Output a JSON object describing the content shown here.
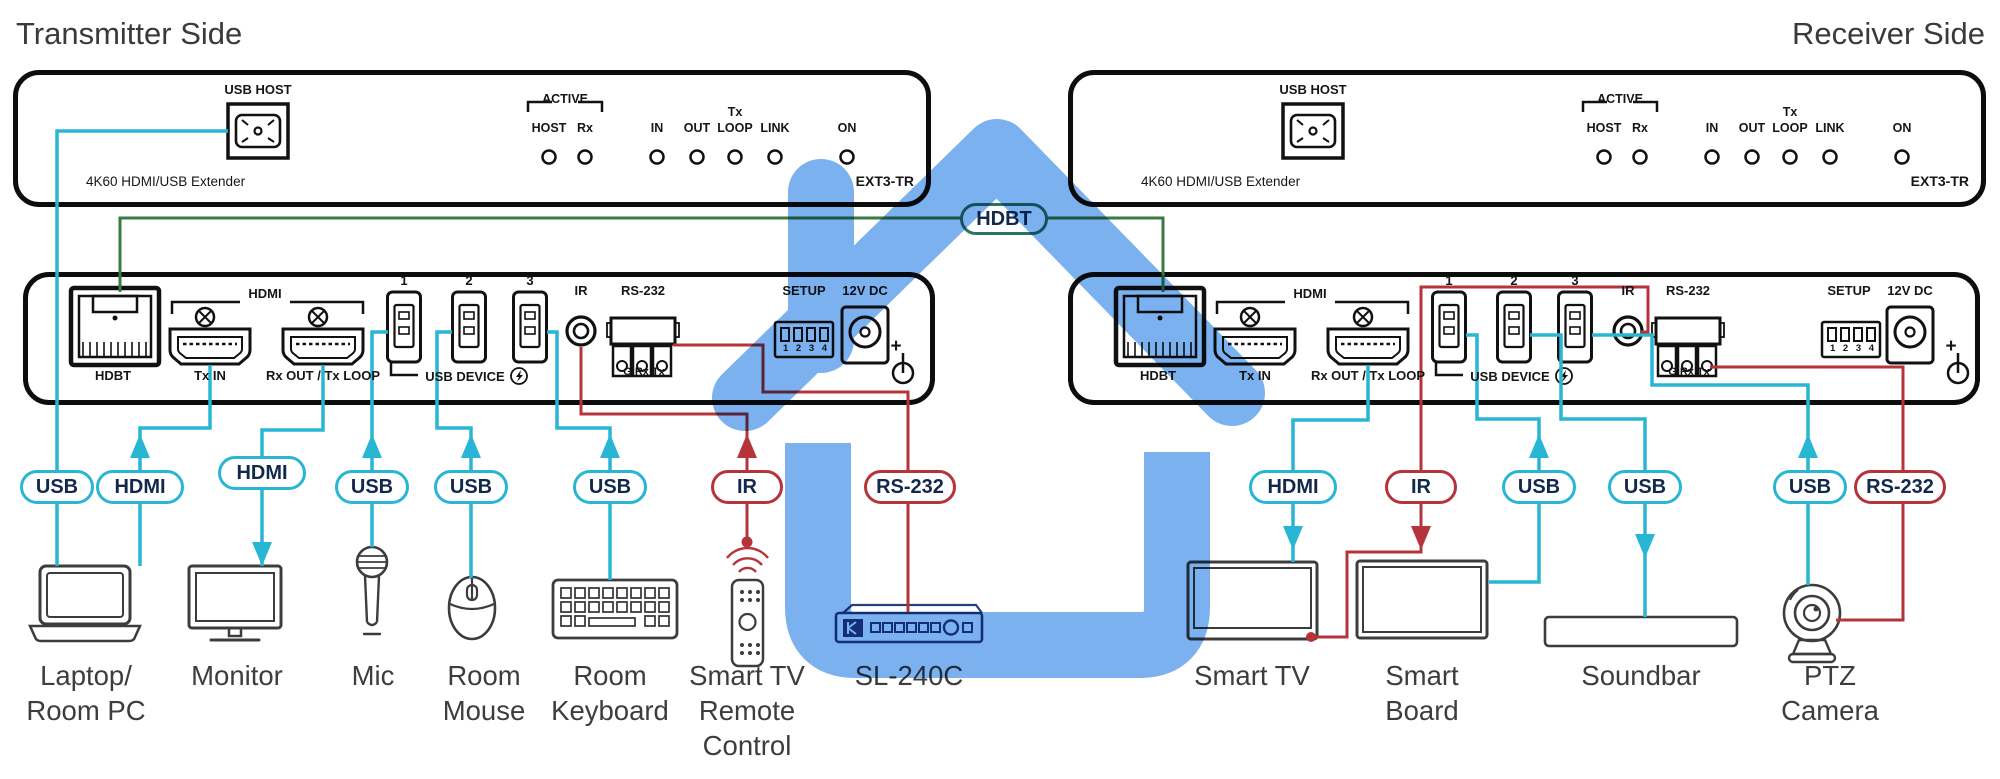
{
  "titles": {
    "transmitter": "Transmitter Side",
    "receiver": "Receiver Side"
  },
  "colors": {
    "usb_hdmi_accent": "#29b5d4",
    "ir_rs232_accent": "#b5343a",
    "hdbt_line_green": "#3a7a44",
    "hdbt_oval_border": "#2a7561",
    "house_overlay_blue": "#7cb1f0",
    "panel_border": "#0d0d0d",
    "device_label_text": "#3d3d3d",
    "oval_text": "#13294b",
    "sl240c_navy": "#24427c"
  },
  "link_oval": {
    "label": "HDBT"
  },
  "tx_front": {
    "usb_host": "USB HOST",
    "active": "ACTIVE",
    "leds": {
      "host": "HOST",
      "rx": "Rx",
      "in": "IN",
      "out": "OUT",
      "tx": "Tx",
      "loop": "LOOP",
      "link": "LINK",
      "on": "ON"
    },
    "product": "4K60 HDMI/USB Extender",
    "model": "EXT3-TR"
  },
  "rx_front": {
    "usb_host": "USB HOST",
    "active": "ACTIVE",
    "leds": {
      "host": "HOST",
      "rx": "Rx",
      "in": "IN",
      "out": "OUT",
      "tx": "Tx",
      "loop": "LOOP",
      "link": "LINK",
      "on": "ON"
    },
    "product": "4K60 HDMI/USB Extender",
    "model": "EXT3-TR"
  },
  "tx_rear": {
    "hdbt": "HDBT",
    "hdmi_group": "HDMI",
    "tx_in": "Tx IN",
    "rx_out": "Rx OUT / Tx LOOP",
    "usb_1": "1",
    "usb_2": "2",
    "usb_3": "3",
    "usb_device": "USB DEVICE",
    "ir": "IR",
    "rs232": "RS-232",
    "pins": "G Rx Tx",
    "setup": "SETUP",
    "dip_numbers": "1 2 3 4",
    "power": "12V DC",
    "power_plus": "+"
  },
  "rx_rear": {
    "hdbt": "HDBT",
    "hdmi_group": "HDMI",
    "tx_in": "Tx IN",
    "rx_out": "Rx OUT / Tx LOOP",
    "usb_1": "1",
    "usb_2": "2",
    "usb_3": "3",
    "usb_device": "USB DEVICE",
    "ir": "IR",
    "rs232": "RS-232",
    "pins": "G Rx Tx",
    "setup": "SETUP",
    "dip_numbers": "1 2 3 4",
    "power": "12V DC",
    "power_plus": "+"
  },
  "ovals": [
    {
      "label": "USB"
    },
    {
      "label": "HDMI"
    },
    {
      "label": "HDMI"
    },
    {
      "label": "USB"
    },
    {
      "label": "USB"
    },
    {
      "label": "USB"
    },
    {
      "label": "IR"
    },
    {
      "label": "RS-232"
    },
    {
      "label": "HDMI"
    },
    {
      "label": "IR"
    },
    {
      "label": "USB"
    },
    {
      "label": "USB"
    },
    {
      "label": "USB"
    },
    {
      "label": "RS-232"
    }
  ],
  "devices": [
    {
      "name": "laptop",
      "lines": [
        "Laptop/",
        "Room PC"
      ]
    },
    {
      "name": "monitor",
      "lines": [
        "Monitor"
      ]
    },
    {
      "name": "mic",
      "lines": [
        "Mic"
      ]
    },
    {
      "name": "mouse",
      "lines": [
        "Room",
        "Mouse"
      ]
    },
    {
      "name": "keyboard",
      "lines": [
        "Room",
        "Keyboard"
      ]
    },
    {
      "name": "remote",
      "lines": [
        "Smart TV",
        "Remote",
        "Control"
      ]
    },
    {
      "name": "sl240c",
      "lines": [
        "SL-240C"
      ]
    },
    {
      "name": "smart-tv",
      "lines": [
        "Smart TV"
      ]
    },
    {
      "name": "smart-board",
      "lines": [
        "Smart",
        "Board"
      ]
    },
    {
      "name": "soundbar",
      "lines": [
        "Soundbar"
      ]
    },
    {
      "name": "ptz-camera",
      "lines": [
        "PTZ",
        "Camera"
      ]
    }
  ]
}
